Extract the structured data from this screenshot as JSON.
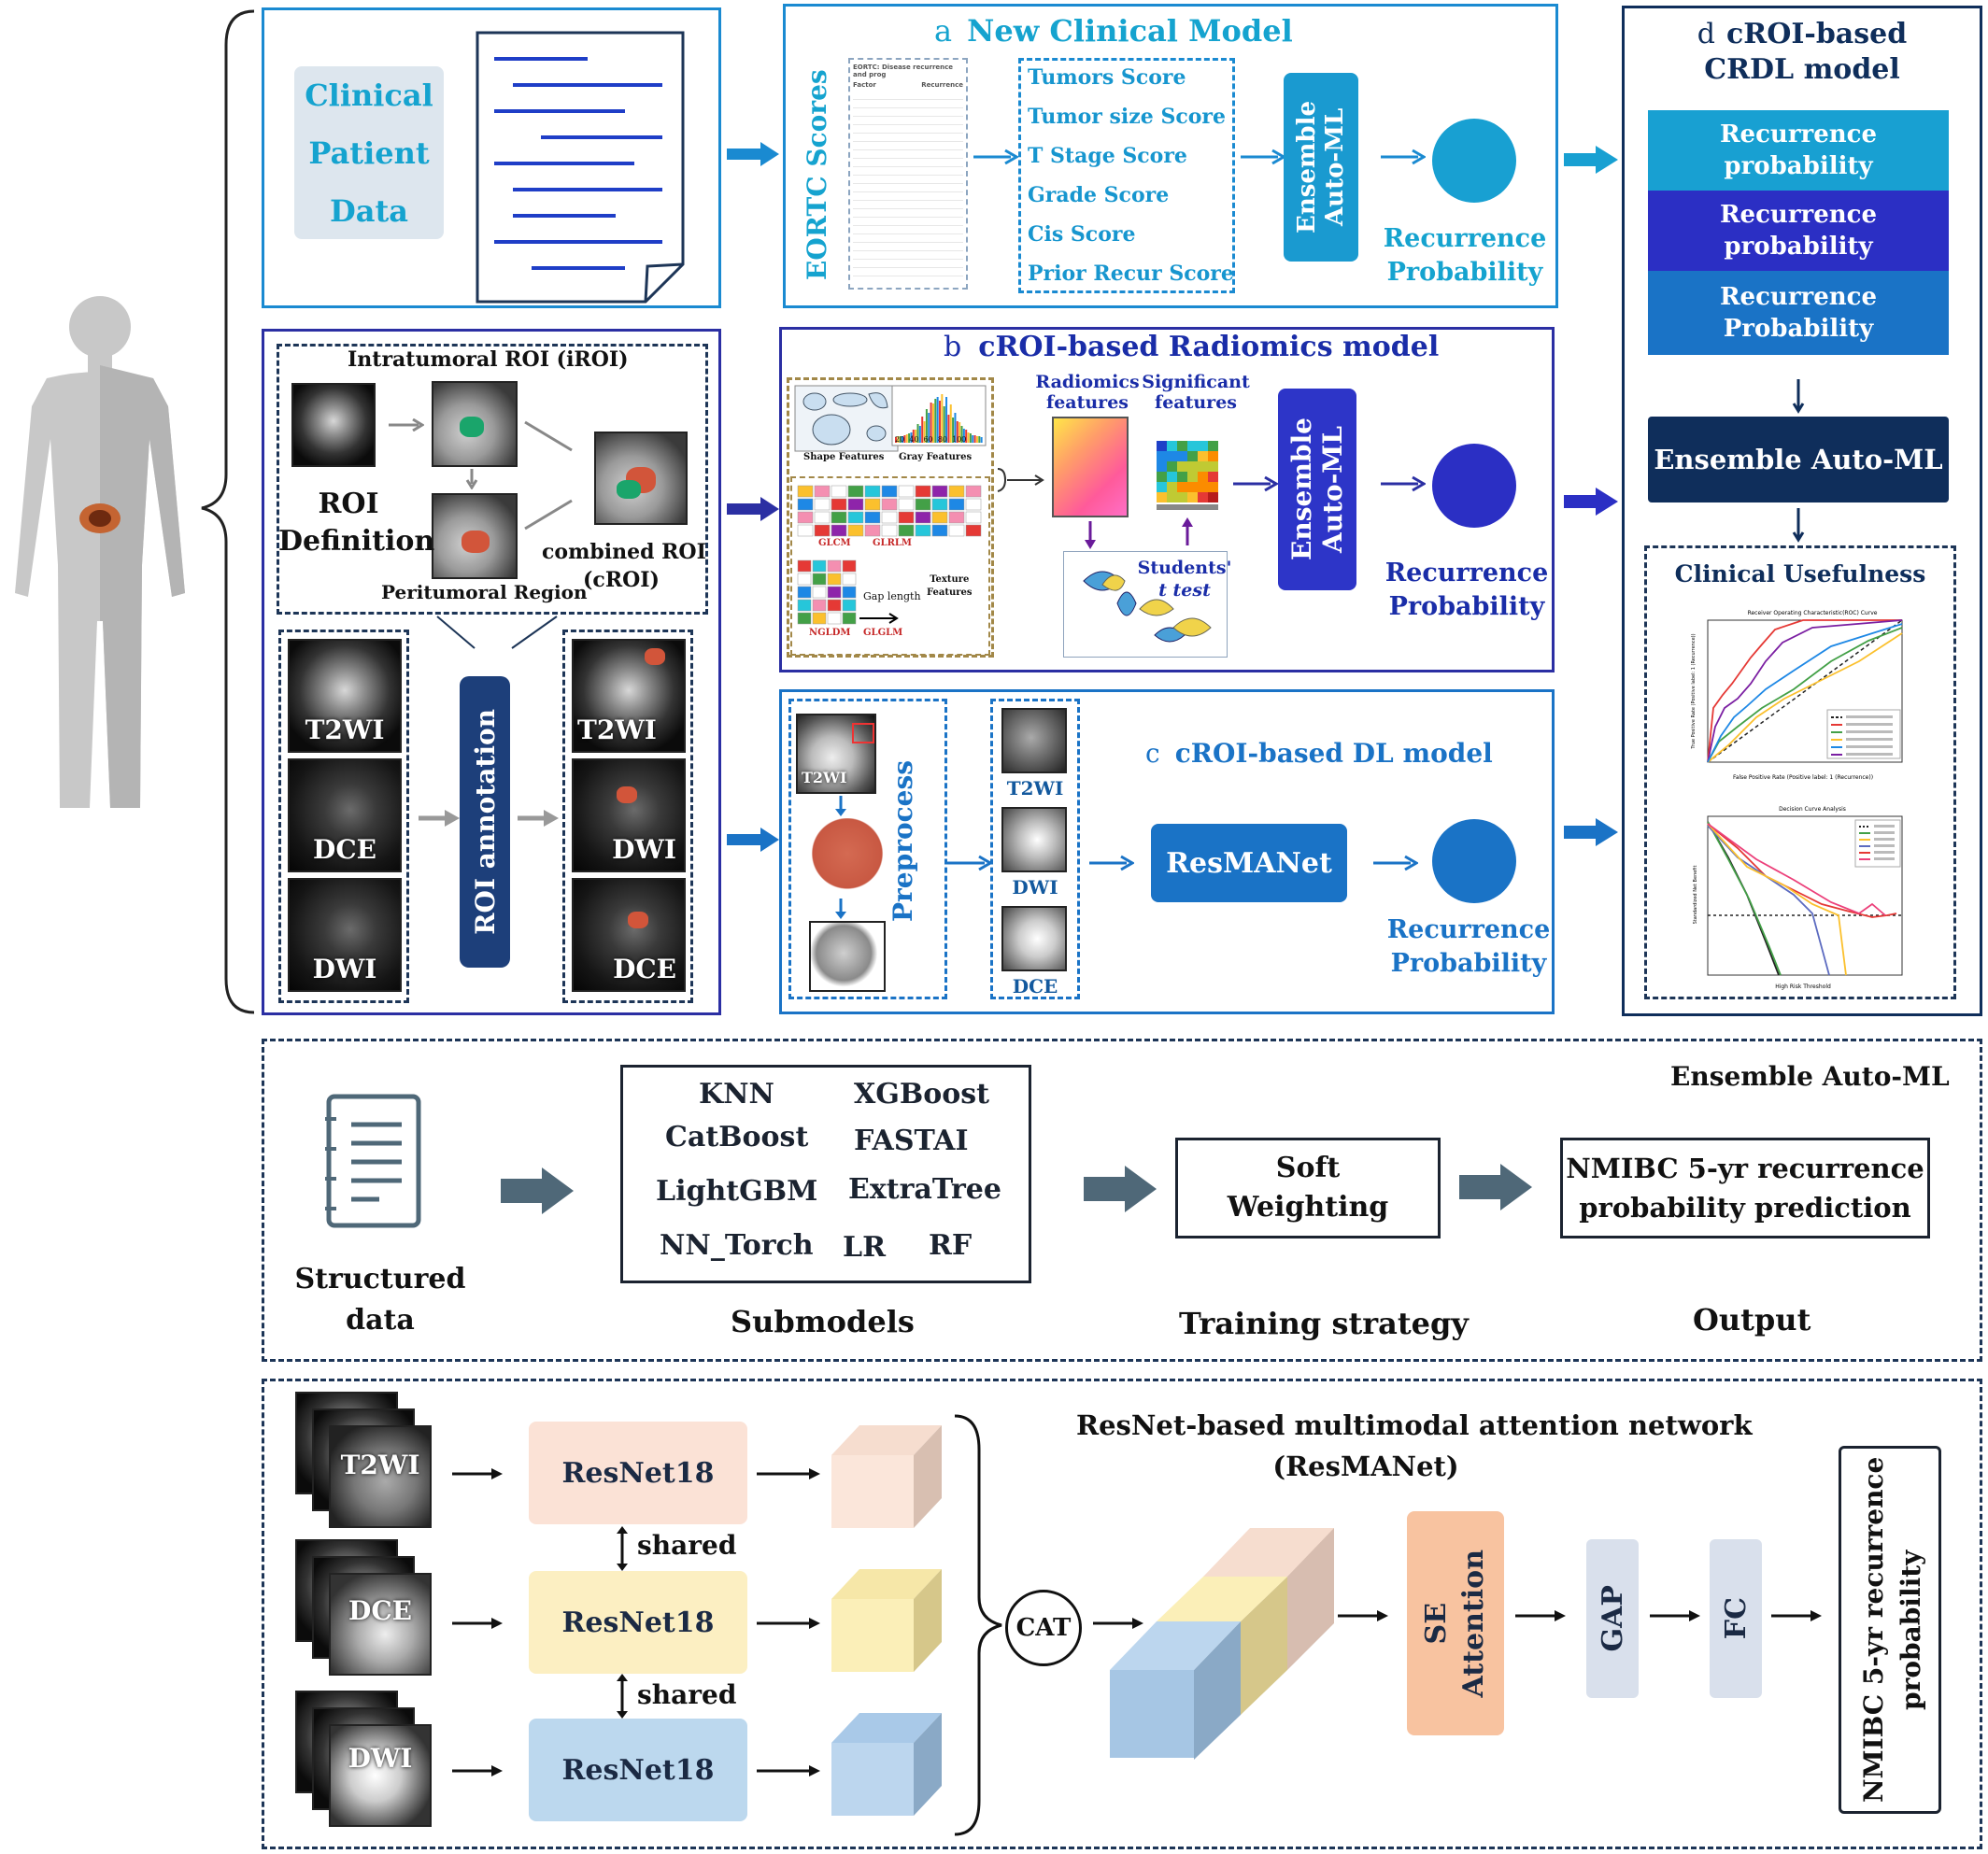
{
  "colors": {
    "teal": "#15a3cf",
    "navy": "#1a2da8",
    "dark_blue": "#13599e",
    "deep_navy": "#0f2e5b"
  },
  "clinical": {
    "line1": "Clinical",
    "line2": "Patient",
    "line3": "Data"
  },
  "panel_a": {
    "letter": "a",
    "title": "New Clinical Model",
    "eortc_label": "EORTC Scores",
    "table_head": "EORTC: Disease recurrence and prog",
    "table_col1": "Factor",
    "table_col2": "Recurrence",
    "scores": [
      "Tumors Score",
      "Tumor size Score",
      "T Stage Score",
      "Grade Score",
      "Cis Score",
      "Prior Recur Score"
    ],
    "automl": "Ensemble Auto-ML",
    "output_l1": "Recurrence",
    "output_l2": "Probability"
  },
  "roi": {
    "intratumoral": "Intratumoral ROI (iROI)",
    "def_l1": "ROI",
    "def_l2": "Definition",
    "peritumoral": "Peritumoral Region",
    "combined_l1": "combined ROI",
    "combined_l2": "(cROI)",
    "annotation": "ROI annotation",
    "left_imgs": [
      "T2WI",
      "DCE",
      "DWI"
    ],
    "right_imgs": [
      "T2WI",
      "DWI",
      "DCE"
    ]
  },
  "panel_b": {
    "letter": "b",
    "title": "cROI-based Radiomics model",
    "shape": "Shape Features",
    "gray": "Gray Features",
    "glcm": "GLCM",
    "glrlm": "GLRLM",
    "ngldm": "NGLDM",
    "glglm": "GLGLM",
    "gap_length": "Gap length",
    "texture_l1": "Texture",
    "texture_l2": "Features",
    "radiomics_l1": "Radiomics",
    "radiomics_l2": "features",
    "significant_l1": "Significant",
    "significant_l2": "features",
    "ttest_l1": "Students'",
    "ttest_l2": "t test",
    "automl": "Ensemble Auto-ML",
    "output_l1": "Recurrence",
    "output_l2": "Probability",
    "hist_axis": [
      "20",
      "40",
      "60",
      "80",
      "100"
    ]
  },
  "panel_c": {
    "letter": "c",
    "title": "cROI-based DL model",
    "preprocess": "Preprocess",
    "img_t2": "T2WI",
    "mods": [
      "T2WI",
      "DWI",
      "DCE"
    ],
    "net": "ResMANet",
    "output_l1": "Recurrence",
    "output_l2": "Probability"
  },
  "panel_d": {
    "letter": "d",
    "title_l1": "cROI-based",
    "title_l2": "CRDL model",
    "probs": [
      {
        "l1": "Recurrence",
        "l2": "probability",
        "color": "#18a0d2"
      },
      {
        "l1": "Recurrence",
        "l2": "probability",
        "color": "#2b2fc4"
      },
      {
        "l1": "Recurrence",
        "l2": "Probability",
        "color": "#1a73c6"
      }
    ],
    "automl": "Ensemble Auto-ML",
    "usefulness": "Clinical Usefulness",
    "roc_title": "Receiver Operating Characteristic(ROC) Curve",
    "dca_title": "Decision Curve Analysis",
    "roc_x": "False Positive Rate (Positive label: 1 (Recurrence))",
    "roc_y": "True Positive Rate (Positive label: 1 (Recurrence))",
    "dca_x": "High Risk Threshold",
    "dca_y": "Standardized Net Benefit"
  },
  "ensemble": {
    "title": "Ensemble Auto-ML",
    "structured_l1": "Structured",
    "structured_l2": "data",
    "models": [
      "KNN",
      "XGBoost",
      "CatBoost",
      "FASTAI",
      "LightGBM",
      "ExtraTree",
      "NN_Torch",
      "LR",
      "RF"
    ],
    "soft_l1": "Soft",
    "soft_l2": "Weighting",
    "out_l1": "NMIBC 5-yr recurrence",
    "out_l2": "probability prediction",
    "lbl_sub": "Submodels",
    "lbl_train": "Training strategy",
    "lbl_out": "Output"
  },
  "resmanet": {
    "title_l1": "ResNet-based multimodal attention network",
    "title_l2": "(ResMANet)",
    "inputs": [
      "T2WI",
      "DCE",
      "DWI"
    ],
    "backbone": "ResNet18",
    "shared": "shared",
    "cat": "CAT",
    "se_l1": "SE",
    "se_l2": "Attention",
    "gap": "GAP",
    "fc": "FC",
    "out_l1": "NMIBC 5-yr recurrence",
    "out_l2": "probability"
  }
}
